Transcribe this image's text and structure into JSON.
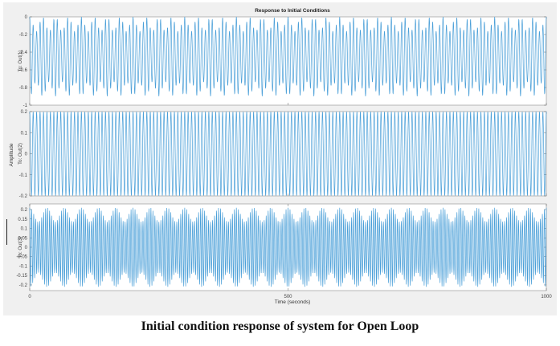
{
  "caption": "Initial condition response of system for Open Loop",
  "chart_data": {
    "type": "line",
    "title": "Response to Initial Conditions",
    "xlabel": "Time (seconds)",
    "ylabel": "Amplitude",
    "xlim": [
      0,
      1000
    ],
    "x_ticks": [
      0,
      500,
      1000
    ],
    "x_tick_labels": [
      "0",
      "500",
      "1000"
    ],
    "series_color": "#4a9fd8",
    "grid": false,
    "legend": "none",
    "subplots": [
      {
        "label": "To: Out(1)",
        "ylim": [
          -1,
          0
        ],
        "y_ticks": [
          0,
          -0.2,
          -0.4,
          -0.6,
          -0.8,
          -1
        ],
        "y_tick_labels": [
          "0",
          "-0.2",
          "-0.4",
          "-0.6",
          "-0.8",
          "-1"
        ],
        "oscillation": {
          "center": -0.45,
          "amplitude": 0.45,
          "cycles": 150,
          "beat_cycles": 40
        }
      },
      {
        "label": "To: Out(2)",
        "ylim": [
          -0.2,
          0.2
        ],
        "y_ticks": [
          0.2,
          0.1,
          0,
          -0.1,
          -0.2
        ],
        "y_tick_labels": [
          "0.2",
          "0.1",
          "0",
          "-0.1",
          "-0.2"
        ],
        "oscillation": {
          "center": 0,
          "amplitude": 0.2,
          "cycles": 150,
          "beat_cycles": 0
        }
      },
      {
        "label": "To: Out(3)",
        "ylim": [
          -0.23,
          0.23
        ],
        "y_ticks": [
          0.2,
          0.15,
          0.1,
          0.05,
          0,
          -0.05,
          -0.1,
          -0.15,
          -0.2
        ],
        "y_tick_labels": [
          "0.2",
          "0.15",
          "0.1",
          "0.05",
          "0",
          "-0.05",
          "-0.1",
          "-0.15",
          "-0.2"
        ],
        "oscillation": {
          "center": 0,
          "amplitude": 0.21,
          "cycles": 260,
          "beat_cycles": 30
        }
      }
    ]
  }
}
